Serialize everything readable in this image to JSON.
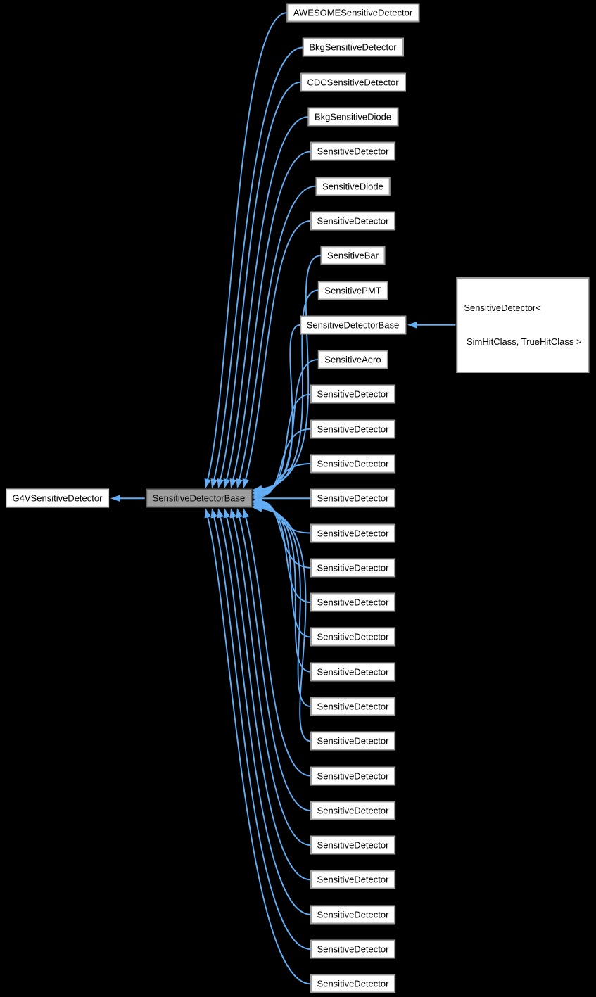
{
  "diagram": {
    "kind": "class-inheritance-graph",
    "colors": {
      "background": "#000000",
      "edge": "#63adf4",
      "node_fill": "#ffffff",
      "node_border": "#9a9a9a",
      "node_text": "#000000",
      "current_fill": "#9e9e9e",
      "current_border": "#5f5f5f",
      "external_border": "#cccccc"
    },
    "base_node": {
      "label": "G4VSensitiveDetector"
    },
    "current_node": {
      "label": "SensitiveDetectorBase"
    },
    "template_node": {
      "line1": "SensitiveDetector<",
      "line2": " SimHitClass, TrueHitClass >"
    },
    "derived": [
      "AWESOMESensitiveDetector",
      "BkgSensitiveDetector",
      "CDCSensitiveDetector",
      "BkgSensitiveDiode",
      "SensitiveDetector",
      "SensitiveDiode",
      "SensitiveDetector",
      "SensitiveBar",
      "SensitivePMT",
      "SensitiveDetectorBase",
      "SensitiveAero",
      "SensitiveDetector",
      "SensitiveDetector",
      "SensitiveDetector",
      "SensitiveDetector",
      "SensitiveDetector",
      "SensitiveDetector",
      "SensitiveDetector",
      "SensitiveDetector",
      "SensitiveDetector",
      "SensitiveDetector",
      "SensitiveDetector",
      "SensitiveDetector",
      "SensitiveDetector",
      "SensitiveDetector",
      "SensitiveDetector",
      "SensitiveDetector",
      "SensitiveDetector",
      "SensitiveDetector"
    ]
  }
}
